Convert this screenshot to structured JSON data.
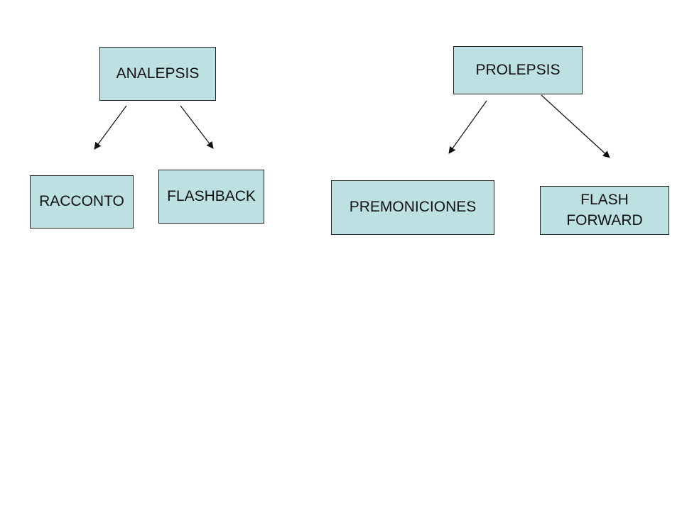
{
  "nodes": {
    "analepsis": "ANALEPSIS",
    "prolepsis": "PROLEPSIS",
    "racconto": "RACCONTO",
    "flashback": "FLASHBACK",
    "premoniciones": "PREMONICIONES",
    "flashforward": "FLASH\nFORWARD"
  },
  "colors": {
    "box_fill": "#bde0e3",
    "box_border": "#222222",
    "arrow": "#111111"
  }
}
